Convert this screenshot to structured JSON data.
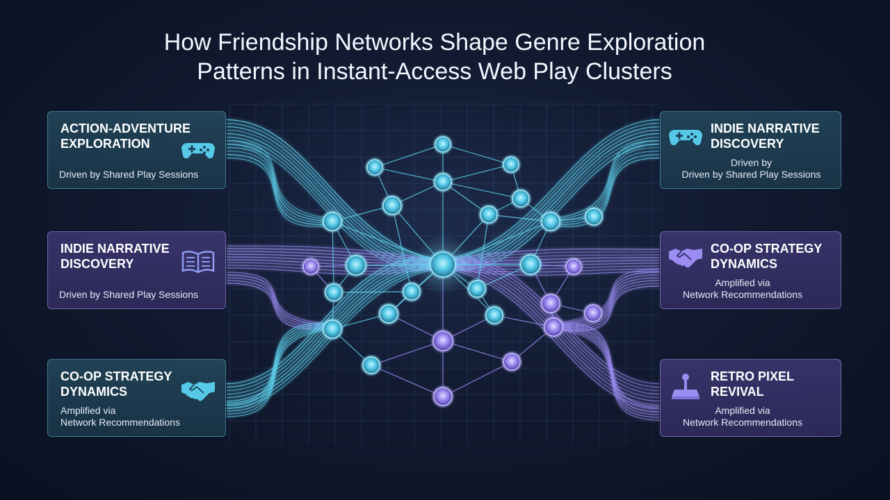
{
  "title": {
    "line1": "How Friendship Networks Shape Genre Exploration",
    "line2": "Patterns in Instant-Access Web Play Clusters"
  },
  "cards": {
    "left_top": {
      "title_1": "ACTION-ADVENTURE",
      "title_2": "EXPLORATION",
      "sub_1": "Driven by Shared Play Sessions",
      "icon": "gamepad-icon",
      "color": "#5fd3ee"
    },
    "left_mid": {
      "title_1": "INDIE NARRATIVE",
      "title_2": "DISCOVERY",
      "sub_1": "Driven by Shared Play Sessions",
      "icon": "open-book-icon",
      "color": "#9b8cf2"
    },
    "left_bot": {
      "title_1": "CO-OP STRATEGY",
      "title_2": "DYNAMICS",
      "sub_1": "Amplified via",
      "sub_2": "Network Recommendations",
      "icon": "handshake-icon",
      "color": "#5fd3ee"
    },
    "right_top": {
      "title_1": "INDIE NARRATIVE",
      "title_2": "DISCOVERY",
      "sub_1": "Driven by",
      "sub_2": "Driven by Shared Play Sessions",
      "icon": "gamepad-icon",
      "color": "#5fd3ee"
    },
    "right_mid": {
      "title_1": "CO-OP STRATEGY",
      "title_2": "DYNAMICS",
      "sub_1": "Amplified via",
      "sub_2": "Network Recommendations",
      "icon": "handshake-icon",
      "color": "#9b8cf2"
    },
    "right_bot": {
      "title_1": "RETRO PIXEL",
      "title_2": "REVIVAL",
      "sub_1": "Amplified via",
      "sub_2": "Network Recommendations",
      "icon": "joystick-icon",
      "color": "#9b8cf2"
    }
  },
  "colors": {
    "teal": "#5fd3ee",
    "purple": "#9b8cf2",
    "background": "#111a30"
  }
}
